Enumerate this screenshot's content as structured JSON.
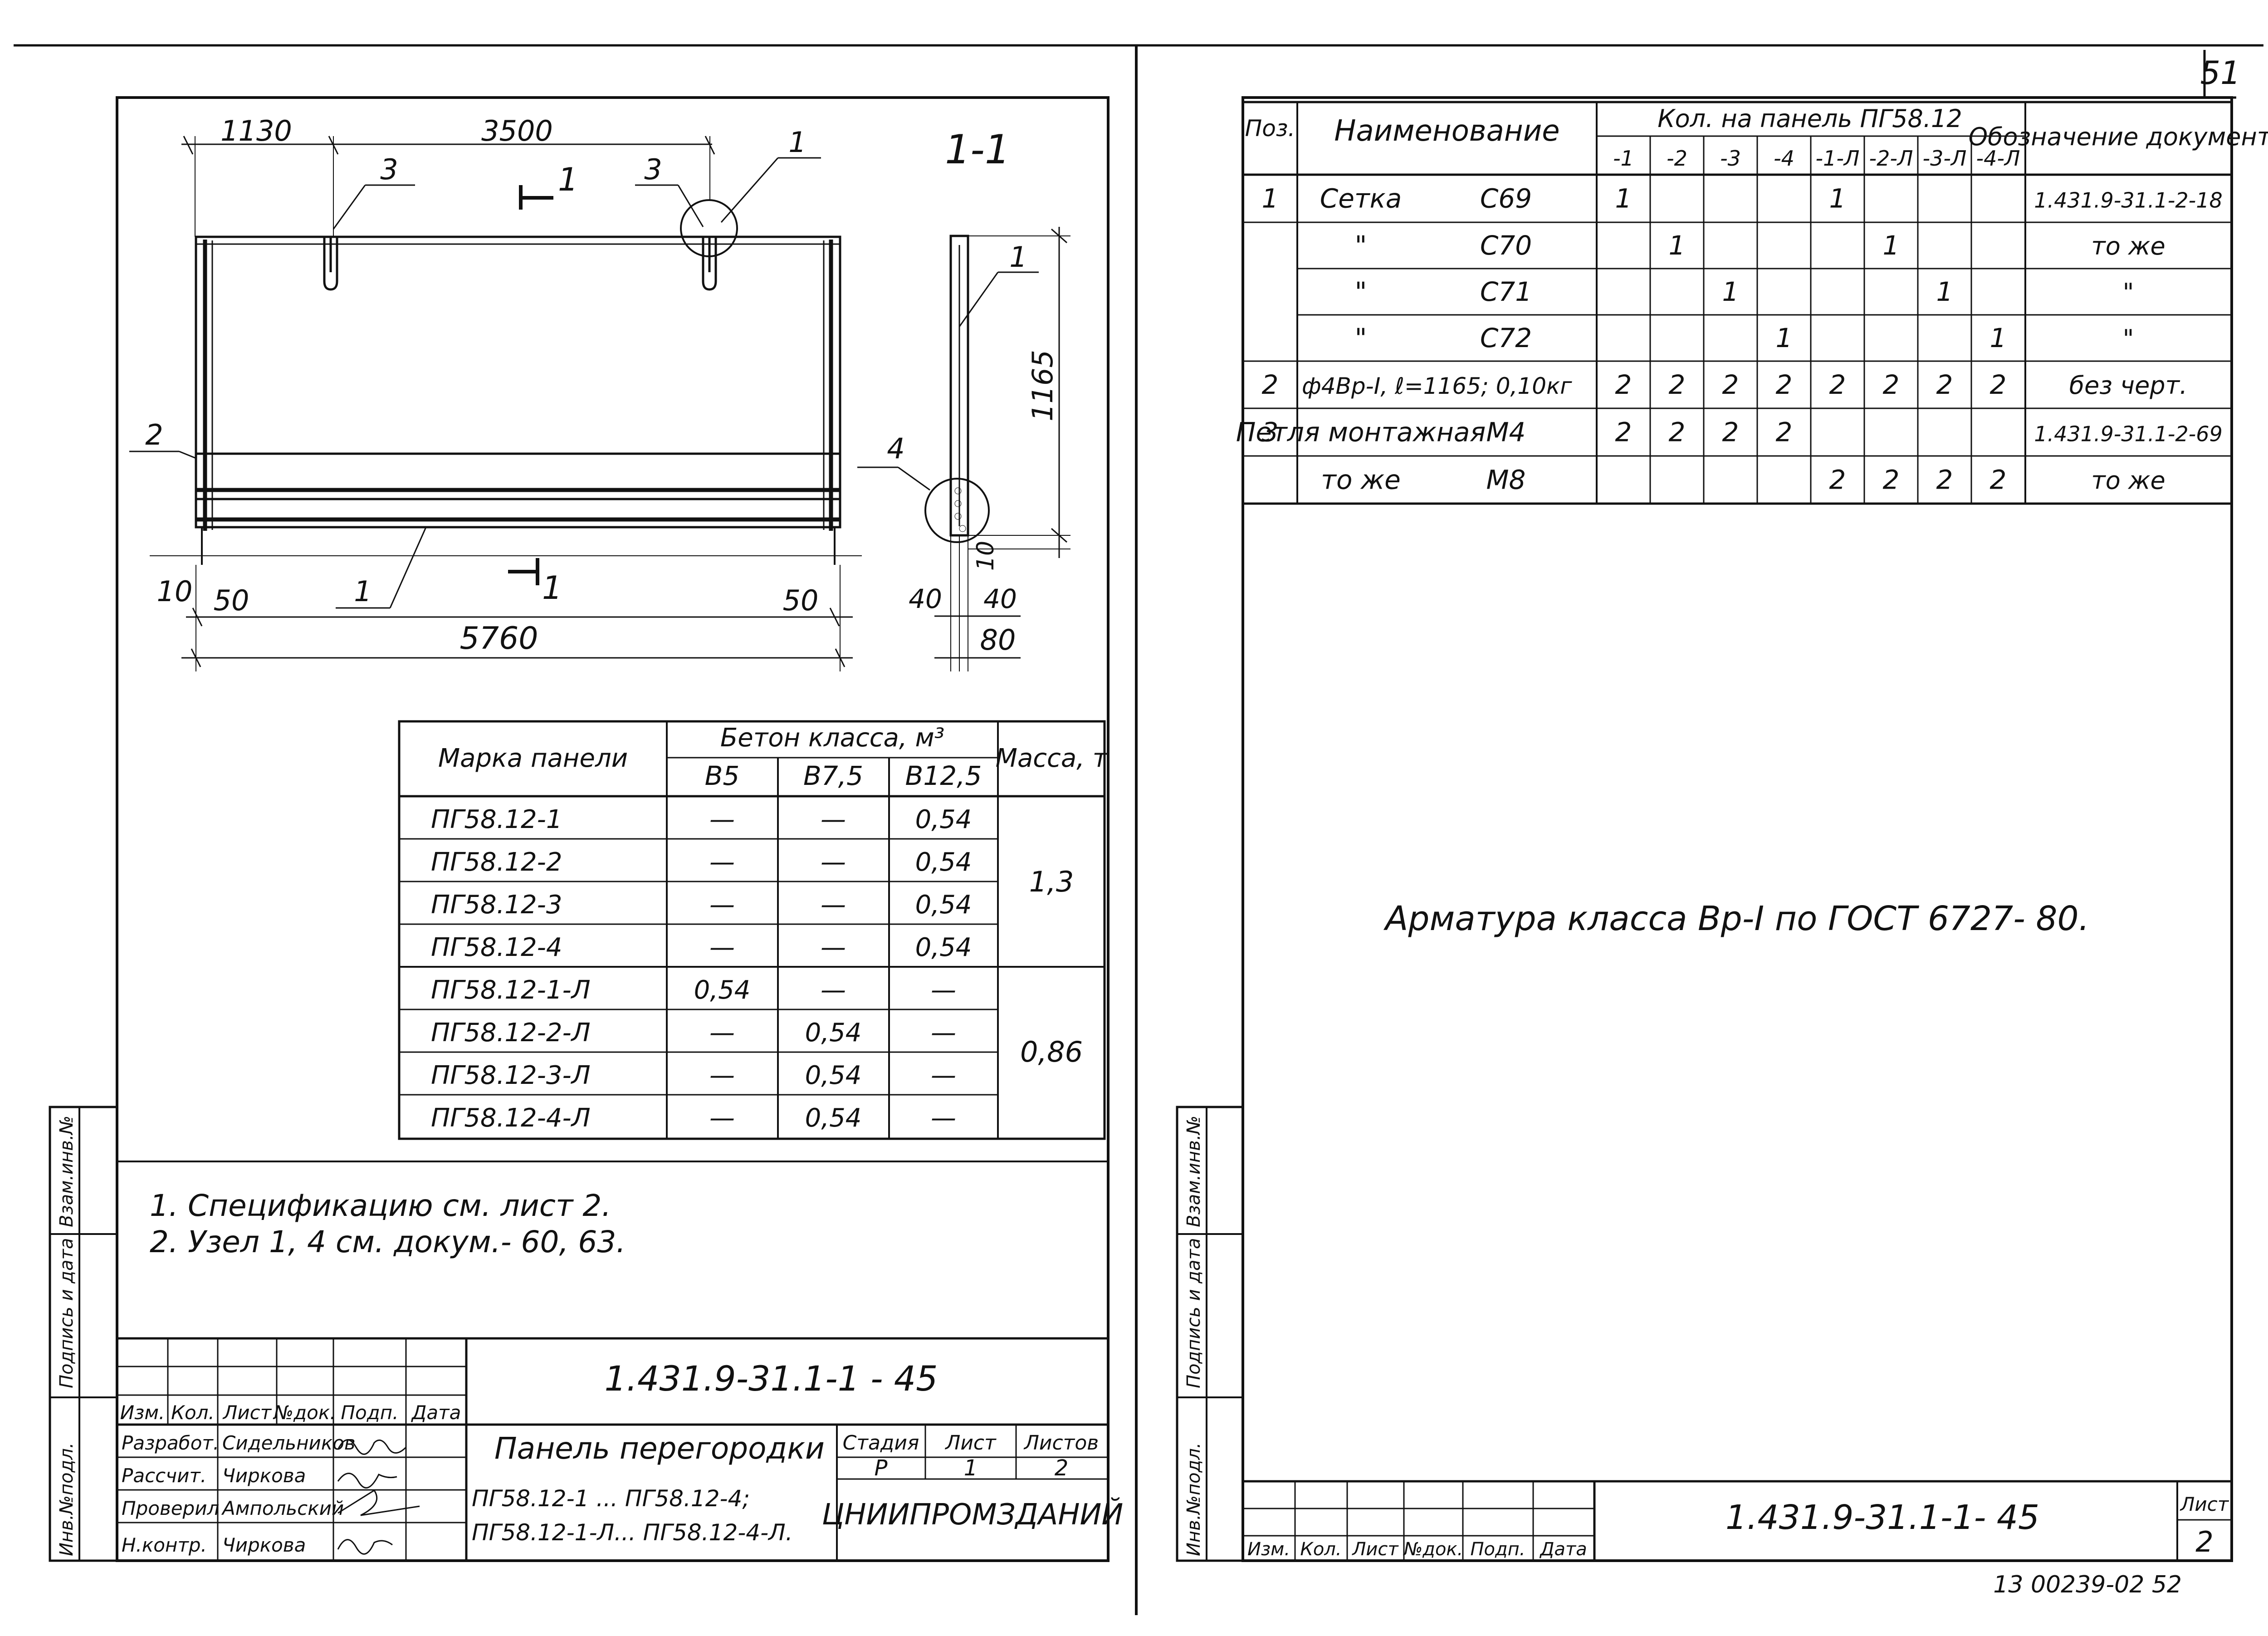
{
  "corner_page_number": "51",
  "footer_stamp": "13 00239-02   52",
  "left_sheet": {
    "drawing": {
      "section_title": "1-1",
      "section_mark_label": "1",
      "dim_left_offset": "1130",
      "dim_center_span": "3500",
      "dim_total_length": "5760",
      "dim_end_left": "50",
      "dim_end_right": "50",
      "dim_bottom_gap": "10",
      "dim_height": "1165",
      "dim_thickness_total": "80",
      "dim_thickness_left": "40",
      "dim_thickness_right": "40",
      "dim_side_gap": "10",
      "callouts": {
        "loop_left": "3",
        "loop_right": "3",
        "mesh_top": "1",
        "mesh_bottom": "1",
        "mesh_side": "1",
        "bar": "2",
        "node": "4"
      }
    },
    "concrete_table": {
      "header_mark": "Марка панели",
      "header_concrete": "Бетон класса, м³",
      "header_mass": "Масса, т",
      "classes": [
        "В5",
        "В7,5",
        "В12,5"
      ],
      "rows": [
        {
          "mark": "ПГ58.12-1",
          "b5": "—",
          "b75": "—",
          "b125": "0,54"
        },
        {
          "mark": "ПГ58.12-2",
          "b5": "—",
          "b75": "—",
          "b125": "0,54"
        },
        {
          "mark": "ПГ58.12-3",
          "b5": "—",
          "b75": "—",
          "b125": "0,54"
        },
        {
          "mark": "ПГ58.12-4",
          "b5": "—",
          "b75": "—",
          "b125": "0,54"
        },
        {
          "mark": "ПГ58.12-1-Л",
          "b5": "0,54",
          "b75": "—",
          "b125": "—"
        },
        {
          "mark": "ПГ58.12-2-Л",
          "b5": "—",
          "b75": "0,54",
          "b125": "—"
        },
        {
          "mark": "ПГ58.12-3-Л",
          "b5": "—",
          "b75": "0,54",
          "b125": "—"
        },
        {
          "mark": "ПГ58.12-4-Л",
          "b5": "—",
          "b75": "0,54",
          "b125": "—"
        }
      ],
      "mass_group_1": "1,3",
      "mass_group_2": "0,86"
    },
    "notes": [
      "1. Спецификацию см. лист 2.",
      "2. Узел 1, 4 см. докум.- 60, 63."
    ],
    "title_block": {
      "doc_code": "1.431.9-31.1-1 - 45",
      "change_headers": [
        "Изм.",
        "Кол.",
        "Лист",
        "№док.",
        "Подп.",
        "Дата"
      ],
      "roles": [
        {
          "role": "Разработ.",
          "name": "Сидельников"
        },
        {
          "role": "Рассчит.",
          "name": "Чиркова"
        },
        {
          "role": "Проверил",
          "name": "Ампольский"
        },
        {
          "role": "Н.контр.",
          "name": "Чиркова"
        }
      ],
      "title_line1": "Панель перегородки",
      "title_line2": "ПГ58.12-1 ... ПГ58.12-4;",
      "title_line3": "ПГ58.12-1-Л... ПГ58.12-4-Л.",
      "stage_header": "Стадия",
      "sheet_header": "Лист",
      "sheets_header": "Листов",
      "stage": "Р",
      "sheet": "1",
      "sheets": "2",
      "org": "ЦНИИПРОМЗДАНИЙ"
    },
    "side_stamp": [
      "Инв.№подл.",
      "Подпись и дата",
      "Взам.инв.№"
    ]
  },
  "right_sheet": {
    "spec_table": {
      "header_pos": "Поз.",
      "header_name": "Наименование",
      "header_qty": "Кол. на панель ПГ58.12",
      "header_doc": "Обозначение документа",
      "variants": [
        "-1",
        "-2",
        "-3",
        "-4",
        "-1-Л",
        "-2-Л",
        "-3-Л",
        "-4-Л"
      ],
      "rows": [
        {
          "pos": "1",
          "name": "Сетка",
          "code": "С69",
          "q": [
            "1",
            "",
            "",
            "",
            "1",
            "",
            "",
            ""
          ],
          "doc": "1.431.9-31.1-2-18"
        },
        {
          "pos": "",
          "name": "\"",
          "code": "С70",
          "q": [
            "",
            "1",
            "",
            "",
            "",
            "1",
            "",
            ""
          ],
          "doc": "то же"
        },
        {
          "pos": "",
          "name": "\"",
          "code": "С71",
          "q": [
            "",
            "",
            "1",
            "",
            "",
            "",
            "1",
            ""
          ],
          "doc": "\""
        },
        {
          "pos": "",
          "name": "\"",
          "code": "С72",
          "q": [
            "",
            "",
            "",
            "1",
            "",
            "",
            "",
            "1"
          ],
          "doc": "\""
        },
        {
          "pos": "2",
          "name": "ф4Вр-I, ℓ=1165; 0,10кг",
          "code": "",
          "q": [
            "2",
            "2",
            "2",
            "2",
            "2",
            "2",
            "2",
            "2"
          ],
          "doc": "без черт."
        },
        {
          "pos": "3",
          "name": "Петля монтажная",
          "code": "М4",
          "q": [
            "2",
            "2",
            "2",
            "2",
            "",
            "",
            "",
            ""
          ],
          "doc": "1.431.9-31.1-2-69"
        },
        {
          "pos": "",
          "name": "то же",
          "code": "М8",
          "q": [
            "",
            "",
            "",
            "",
            "2",
            "2",
            "2",
            "2"
          ],
          "doc": "то же"
        }
      ]
    },
    "note": "Арматура класса Вр-I по ГОСТ 6727- 80.",
    "title_block": {
      "doc_code": "1.431.9-31.1-1- 45",
      "change_headers": [
        "Изм.",
        "Кол.",
        "Лист",
        "№док.",
        "Подп.",
        "Дата"
      ],
      "sheet_header": "Лист",
      "sheet": "2"
    },
    "side_stamp": [
      "Инв.№подл.",
      "Подпись и дата",
      "Взам.инв.№"
    ]
  }
}
